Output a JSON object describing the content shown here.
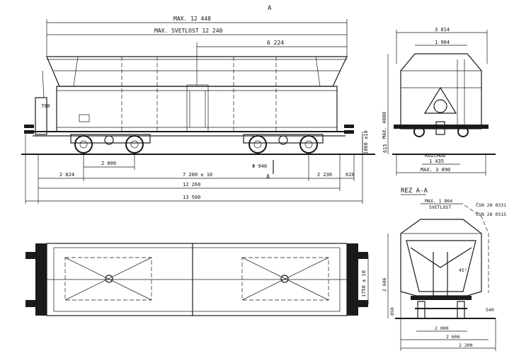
{
  "side_view": {
    "marker_top": "A",
    "dim_max_length": "MAX. 12 448",
    "dim_max_svetlost": "MAX. SVETLOST 12 240",
    "dim_6224": "6 224",
    "dim_700": "700",
    "dim_1060": "1060 ±10",
    "dim_2000": "2 000",
    "dim_940": "Φ 940",
    "marker_a": "A",
    "dim_2824": "2 824",
    "dim_7200": "7 200 ± 10",
    "dim_2236": "2 236",
    "dim_620": "620",
    "dim_12260": "12 260",
    "dim_13500": "13 500"
  },
  "end_view": {
    "dim_3014": "3 014",
    "dim_1904": "1 904",
    "dim_4000": "MAX. 4000",
    "dim_615": "615",
    "rozchod_label": "ROZCHOD",
    "rozchod_value": "1 435",
    "dim_3090": "MAX. 3 090"
  },
  "section_view": {
    "title": "REZ A-A",
    "dim_1864": "MAX. 1 864",
    "svetlost": "SVETLOST",
    "csn1": "ČSN 28 0331",
    "csn2": "ČSN 28 0315",
    "angle": "45°",
    "dim_2686": "2 686",
    "dim_850": "850",
    "dim_540": "540",
    "dim_2000": "2 000",
    "dim_2606": "2 606",
    "dim_2200": "2 200"
  },
  "plan_view": {
    "dim_1750": "1750 ± 10"
  }
}
